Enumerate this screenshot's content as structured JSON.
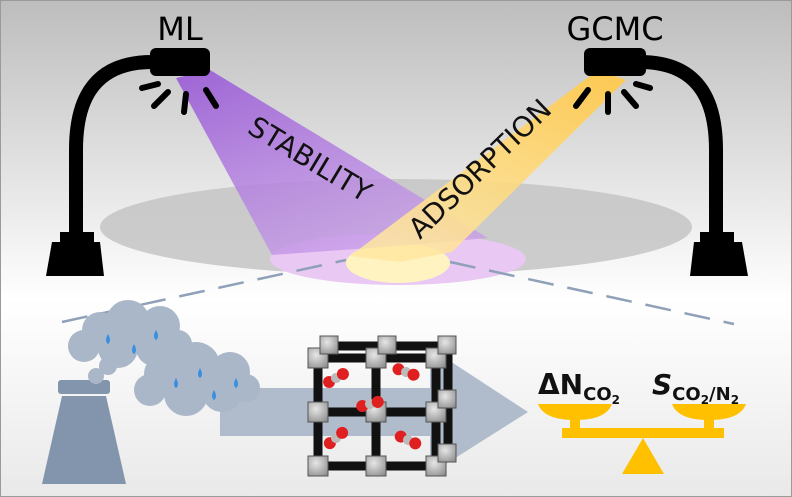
{
  "lamps": {
    "left_label": "ML",
    "right_label": "GCMC"
  },
  "beams": {
    "left_label": "STABILITY",
    "right_label": "ADSORPTION"
  },
  "metrics": {
    "left": {
      "symbol": "ΔN",
      "subscript": "CO",
      "sub2": "2"
    },
    "right": {
      "symbol": "S",
      "subscript": "CO",
      "sub2": "2",
      "slash": "/N",
      "sub3": "2"
    }
  },
  "colors": {
    "top_bg_top": "#b8b8b8",
    "top_bg_bottom": "#ffffff",
    "stability_beam": "#b07be0",
    "adsorption_beam": "#ffcc55",
    "spot_outer": "#e8c6f2",
    "spot_inner": "#fff2c0",
    "stage_ellipse": "#c8c8c8",
    "lamp": "#000000",
    "cloud": "#a9b7c8",
    "drop": "#3b8ee0",
    "factory": "#8295ad",
    "arrow": "#a8b6c8",
    "balance": "#ffc000",
    "co2_red": "#e02020",
    "border": "#9a9a9a"
  },
  "icons": {
    "factory": "factory-chimney-icon",
    "clouds": "rain-cloud-icon",
    "framework": "mof-lattice-icon",
    "balance": "balance-scale-icon",
    "lamp": "spotlight-lamp-icon"
  }
}
